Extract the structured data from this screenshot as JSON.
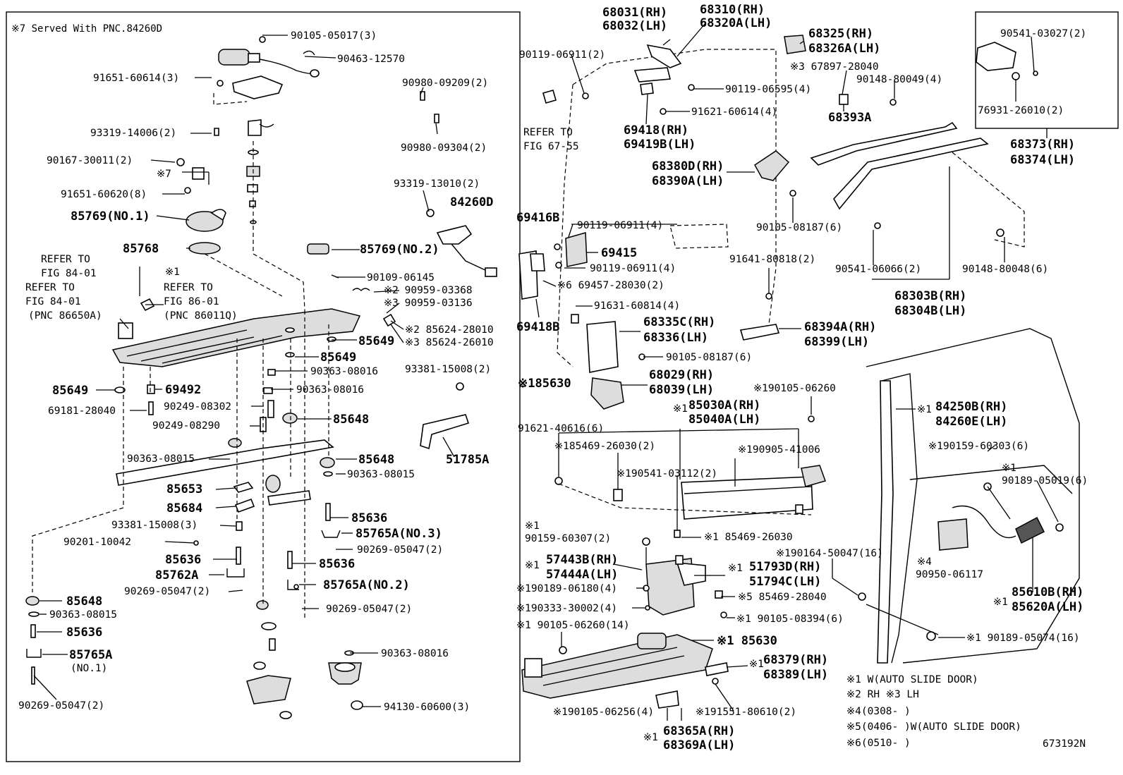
{
  "header_note": "※7 Served With PNC.84260D",
  "figure_id": "673192N",
  "left_panel": {
    "labels": [
      {
        "id": "l1",
        "text": "90105-05017(3)"
      },
      {
        "id": "l2",
        "text": "90463-12570"
      },
      {
        "id": "l3",
        "text": "91651-60614(3)"
      },
      {
        "id": "l4",
        "text": "90980-09209(2)"
      },
      {
        "id": "l5",
        "text": "93319-14006(2)"
      },
      {
        "id": "l6",
        "text": "90980-09304(2)"
      },
      {
        "id": "l7",
        "text": "90167-30011(2)"
      },
      {
        "id": "l8",
        "text": "※7"
      },
      {
        "id": "l9",
        "text": "91651-60620(8)"
      },
      {
        "id": "l10",
        "text": "85769(NO.1)"
      },
      {
        "id": "l11",
        "text": "93319-13010(2)"
      },
      {
        "id": "l12",
        "text": "84260D"
      },
      {
        "id": "l13",
        "text": "85768"
      },
      {
        "id": "l14",
        "text": "85769(NO.2)"
      },
      {
        "id": "l15",
        "text": "REFER TO"
      },
      {
        "id": "l16",
        "text": "FIG 84-01"
      },
      {
        "id": "l17",
        "text": "※1"
      },
      {
        "id": "l18",
        "text": "90109-06145"
      },
      {
        "id": "l19",
        "text": "REFER TO"
      },
      {
        "id": "l20",
        "text": "REFER TO"
      },
      {
        "id": "l21",
        "text": "※2 90959-03368"
      },
      {
        "id": "l22",
        "text": "FIG 84-01"
      },
      {
        "id": "l23",
        "text": "FIG 86-01"
      },
      {
        "id": "l24",
        "text": "※3 90959-03136"
      },
      {
        "id": "l25",
        "text": "(PNC 86650A)"
      },
      {
        "id": "l26",
        "text": "(PNC 86011Q)"
      },
      {
        "id": "l27",
        "text": "※2 85624-28010"
      },
      {
        "id": "l28",
        "text": "85649"
      },
      {
        "id": "l29",
        "text": "※3 85624-26010"
      },
      {
        "id": "l30",
        "text": "85649"
      },
      {
        "id": "l31",
        "text": "93381-15008(2)"
      },
      {
        "id": "l32",
        "text": "90363-08016"
      },
      {
        "id": "l33",
        "text": "85649"
      },
      {
        "id": "l34",
        "text": "69492"
      },
      {
        "id": "l35",
        "text": "90363-08016"
      },
      {
        "id": "l36",
        "text": "69181-28040"
      },
      {
        "id": "l37",
        "text": "90249-08302"
      },
      {
        "id": "l38",
        "text": "85648"
      },
      {
        "id": "l39",
        "text": "90249-08290"
      },
      {
        "id": "l40",
        "text": "51785A"
      },
      {
        "id": "l41",
        "text": "90363-08015"
      },
      {
        "id": "l42",
        "text": "85648"
      },
      {
        "id": "l43",
        "text": "90363-08015"
      },
      {
        "id": "l44",
        "text": "85653"
      },
      {
        "id": "l45",
        "text": "85684"
      },
      {
        "id": "l46",
        "text": "85636"
      },
      {
        "id": "l47",
        "text": "93381-15008(3)"
      },
      {
        "id": "l48",
        "text": "85765A(NO.3)"
      },
      {
        "id": "l49",
        "text": "90201-10042"
      },
      {
        "id": "l50",
        "text": "90269-05047(2)"
      },
      {
        "id": "l51",
        "text": "85636"
      },
      {
        "id": "l52",
        "text": "85636"
      },
      {
        "id": "l53",
        "text": "85762A"
      },
      {
        "id": "l54",
        "text": "85765A(NO.2)"
      },
      {
        "id": "l55",
        "text": "90269-05047(2)"
      },
      {
        "id": "l56",
        "text": "85648"
      },
      {
        "id": "l57",
        "text": "90269-05047(2)"
      },
      {
        "id": "l58",
        "text": "90363-08015"
      },
      {
        "id": "l59",
        "text": "85636"
      },
      {
        "id": "l60",
        "text": "85765A"
      },
      {
        "id": "l61",
        "text": "90363-08016"
      },
      {
        "id": "l62",
        "text": "(NO.1)"
      },
      {
        "id": "l63",
        "text": "90269-05047(2)"
      },
      {
        "id": "l64",
        "text": "94130-60600(3)"
      }
    ]
  },
  "right_panel": {
    "labels": [
      {
        "id": "r1",
        "text": "68031(RH)"
      },
      {
        "id": "r2",
        "text": "68310(RH)"
      },
      {
        "id": "r3",
        "text": "68032(LH)"
      },
      {
        "id": "r4",
        "text": "68320A(LH)"
      },
      {
        "id": "r5",
        "text": "68325(RH)"
      },
      {
        "id": "r6",
        "text": "68326A(LH)"
      },
      {
        "id": "r7",
        "text": "90541-03027(2)"
      },
      {
        "id": "r8",
        "text": "90119-06911(2)"
      },
      {
        "id": "r9",
        "text": "※3 67897-28040"
      },
      {
        "id": "r10",
        "text": "90148-80049(4)"
      },
      {
        "id": "r11",
        "text": "90119-06595(4)"
      },
      {
        "id": "r12",
        "text": "REFER TO"
      },
      {
        "id": "r13",
        "text": "91621-60614(4)"
      },
      {
        "id": "r14",
        "text": "68393A"
      },
      {
        "id": "r15",
        "text": "76931-26010(2)"
      },
      {
        "id": "r16",
        "text": "FIG 67-55"
      },
      {
        "id": "r17",
        "text": "69418(RH)"
      },
      {
        "id": "r18",
        "text": "69419B(LH)"
      },
      {
        "id": "r19",
        "text": "68373(RH)"
      },
      {
        "id": "r20",
        "text": "68374(LH)"
      },
      {
        "id": "r21",
        "text": "68380D(RH)"
      },
      {
        "id": "r22",
        "text": "68390A(LH)"
      },
      {
        "id": "r23",
        "text": "69416B"
      },
      {
        "id": "r24",
        "text": "90119-06911(4)"
      },
      {
        "id": "r25",
        "text": "90105-08187(6)"
      },
      {
        "id": "r26",
        "text": "69415"
      },
      {
        "id": "r27",
        "text": "91641-80818(2)"
      },
      {
        "id": "r28",
        "text": "90119-06911(4)"
      },
      {
        "id": "r29",
        "text": "90541-06066(2)"
      },
      {
        "id": "r30",
        "text": "90148-80048(6)"
      },
      {
        "id": "r31",
        "text": "※6 69457-28030(2)"
      },
      {
        "id": "r32",
        "text": "68303B(RH)"
      },
      {
        "id": "r33",
        "text": "68304B(LH)"
      },
      {
        "id": "r34",
        "text": "91631-60814(4)"
      },
      {
        "id": "r35",
        "text": "69418B"
      },
      {
        "id": "r36",
        "text": "68335C(RH)"
      },
      {
        "id": "r37",
        "text": "68394A(RH)"
      },
      {
        "id": "r38",
        "text": "68336(LH)"
      },
      {
        "id": "r39",
        "text": "68399(LH)"
      },
      {
        "id": "r40",
        "text": "90105-08187(6)"
      },
      {
        "id": "r41",
        "text": "68029(RH)"
      },
      {
        "id": "r42",
        "text": "※185630"
      },
      {
        "id": "r43",
        "text": "68039(LH)"
      },
      {
        "id": "r44",
        "text": "※190105-06260"
      },
      {
        "id": "r45",
        "text": "※1"
      },
      {
        "id": "r46",
        "text": "85030A(RH)"
      },
      {
        "id": "r47",
        "text": "※1"
      },
      {
        "id": "r48",
        "text": "84250B(RH)"
      },
      {
        "id": "r49",
        "text": "85040A(LH)"
      },
      {
        "id": "r50",
        "text": "84260E(LH)"
      },
      {
        "id": "r51",
        "text": "91621-40616(6)"
      },
      {
        "id": "r52",
        "text": "※185469-26030(2)"
      },
      {
        "id": "r53",
        "text": "※190905-41006"
      },
      {
        "id": "r54",
        "text": "※190159-60303(6)"
      },
      {
        "id": "r55",
        "text": "※1"
      },
      {
        "id": "r56",
        "text": "※190541-03112(2)"
      },
      {
        "id": "r57",
        "text": "90189-05019(6)"
      },
      {
        "id": "r58",
        "text": "※1"
      },
      {
        "id": "r59",
        "text": "90159-60307(2)"
      },
      {
        "id": "r60",
        "text": "※1 85469-26030"
      },
      {
        "id": "r61",
        "text": "※190164-50047(16)"
      },
      {
        "id": "r62",
        "text": "※1"
      },
      {
        "id": "r63",
        "text": "57443B(RH)"
      },
      {
        "id": "r64",
        "text": "※1"
      },
      {
        "id": "r65",
        "text": "51793D(RH)"
      },
      {
        "id": "r66",
        "text": "57444A(LH)"
      },
      {
        "id": "r67",
        "text": "51794C(LH)"
      },
      {
        "id": "r68",
        "text": "※4"
      },
      {
        "id": "r69",
        "text": "※190189-06180(4)"
      },
      {
        "id": "r70",
        "text": "90950-06117"
      },
      {
        "id": "r71",
        "text": "85610B(RH)"
      },
      {
        "id": "r72",
        "text": "※5 85469-28040"
      },
      {
        "id": "r73",
        "text": "※1"
      },
      {
        "id": "r74",
        "text": "85620A(LH)"
      },
      {
        "id": "r75",
        "text": "※190333-30002(4)"
      },
      {
        "id": "r76",
        "text": "※1 90105-08394(6)"
      },
      {
        "id": "r77",
        "text": "※1 90105-06260(14)"
      },
      {
        "id": "r78",
        "text": "※1 90189-05074(16)"
      },
      {
        "id": "r79",
        "text": "※1 85630"
      },
      {
        "id": "r80",
        "text": "※1"
      },
      {
        "id": "r81",
        "text": "68379(RH)"
      },
      {
        "id": "r82",
        "text": "68389(LH)"
      },
      {
        "id": "r83",
        "text": "※190105-06256(4)"
      },
      {
        "id": "r84",
        "text": "※191551-80610(2)"
      },
      {
        "id": "r85",
        "text": "※1"
      },
      {
        "id": "r86",
        "text": "68365A(RH)"
      },
      {
        "id": "r87",
        "text": "68369A(LH)"
      }
    ]
  },
  "legend": [
    {
      "id": "g1",
      "text": "※1 W(AUTO SLIDE DOOR)"
    },
    {
      "id": "g2",
      "text": "※2 RH  ※3 LH"
    },
    {
      "id": "g3",
      "text": "※4(0308-       )"
    },
    {
      "id": "g4",
      "text": "※5(0406-       )W(AUTO SLIDE DOOR)"
    },
    {
      "id": "g5",
      "text": "※6(0510-       )"
    }
  ]
}
